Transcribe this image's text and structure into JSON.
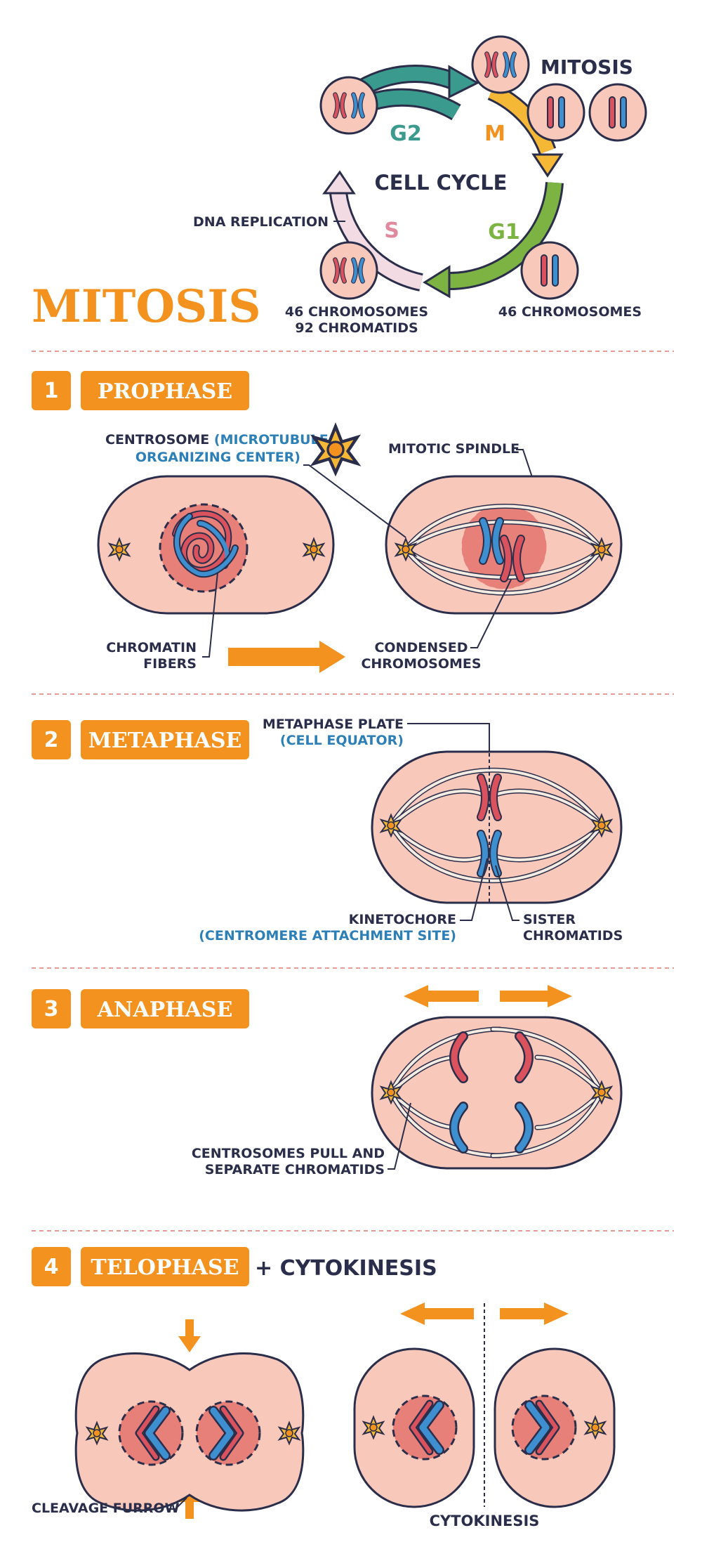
{
  "title": "MITOSIS",
  "colors": {
    "orange": "#f3921f",
    "cell_fill": "#f8c9bb",
    "nucleus": "#e8807a",
    "blue_chromosome": "#3d8fcf",
    "red_chromosome": "#d9525e",
    "outline": "#2b2e4a",
    "teal": "#3a9a8d",
    "yellow": "#f5b736",
    "green": "#7cb342",
    "pink": "#f2dbe2"
  },
  "cell_cycle": {
    "center_label": "CELL CYCLE",
    "phases": {
      "g2": "G2",
      "m": "M",
      "g1": "G1",
      "s": "S"
    },
    "mitosis_label": "MITOSIS",
    "dna_replication": "DNA REPLICATION",
    "left_count_line1": "46 CHROMOSOMES",
    "left_count_line2": "92 CHROMATIDS",
    "right_count": "46 CHROMOSOMES"
  },
  "stages": [
    {
      "number": "1",
      "name": "PROPHASE"
    },
    {
      "number": "2",
      "name": "METAPHASE"
    },
    {
      "number": "3",
      "name": "ANAPHASE"
    },
    {
      "number": "4",
      "name": "TELOPHASE",
      "suffix": "+ CYTOKINESIS"
    }
  ],
  "prophase": {
    "centrosome": "CENTROSOME",
    "mtoc_line1": "(MICROTUBULE",
    "mtoc_line2": "ORGANIZING CENTER)",
    "mitotic_spindle": "MITOTIC SPINDLE",
    "chromatin_line1": "CHROMATIN",
    "chromatin_line2": "FIBERS",
    "condensed_line1": "CONDENSED",
    "condensed_line2": "CHROMOSOMES"
  },
  "metaphase": {
    "plate": "METAPHASE PLATE",
    "equator": "(CELL EQUATOR)",
    "kinetochore": "KINETOCHORE",
    "attachment": "(CENTROMERE ATTACHMENT SITE)",
    "sister_line1": "SISTER",
    "sister_line2": "CHROMATIDS"
  },
  "anaphase": {
    "pull_line1": "CENTROSOMES PULL AND",
    "pull_line2": "SEPARATE CHROMATIDS"
  },
  "telophase": {
    "cleavage": "CLEAVAGE FURROW",
    "cytokinesis": "CYTOKINESIS"
  }
}
